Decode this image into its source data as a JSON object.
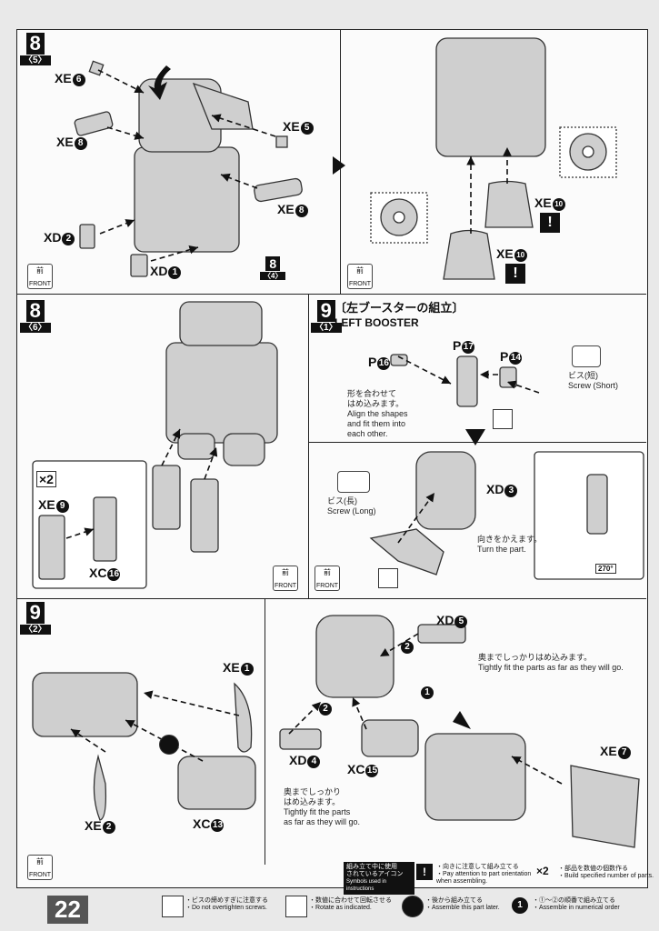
{
  "page_number": "22",
  "steps": {
    "s8_5": {
      "num": "8",
      "sub": "〈5〉"
    },
    "s8_6": {
      "num": "8",
      "sub": "〈6〉"
    },
    "s9_1": {
      "num": "9",
      "sub": "〈1〉",
      "title_jp": "〔左ブースターの組立〕",
      "title_en": "LEFT BOOSTER"
    },
    "s9_2": {
      "num": "9",
      "sub": "〈2〉"
    }
  },
  "ref_step": {
    "num": "8",
    "sub": "〈4〉"
  },
  "labels": {
    "xe6": "XE",
    "xe6n": "6",
    "xe8a": "XE",
    "xe8an": "8",
    "xe5": "XE",
    "xe5n": "5",
    "xe8b": "XE",
    "xe8bn": "8",
    "xd2": "XD",
    "xd2n": "2",
    "xd1": "XD",
    "xd1n": "1",
    "xe10a": "XE",
    "xe10an": "10",
    "xe10b": "XE",
    "xe10bn": "10",
    "x2": "×2",
    "xe9": "XE",
    "xe9n": "9",
    "xc16": "XC",
    "xc16n": "16",
    "p16": "P",
    "p16n": "16",
    "p17": "P",
    "p17n": "17",
    "p14": "P",
    "p14n": "14",
    "xd3": "XD",
    "xd3n": "3",
    "xd5": "XD",
    "xd5n": "5",
    "xe1": "XE",
    "xe1n": "1",
    "xe2": "XE",
    "xe2n": "2",
    "xc13": "XC",
    "xc13n": "13",
    "xd4": "XD",
    "xd4n": "4",
    "xc15": "XC",
    "xc15n": "15",
    "xe7": "XE",
    "xe7n": "7"
  },
  "notes": {
    "screw_short_jp": "ビス(短)",
    "screw_short_en": "Screw (Short)",
    "screw_long_jp": "ビス(長)",
    "screw_long_en": "Screw (Long)",
    "align_jp1": "形を合わせて",
    "align_jp2": "はめ込みます。",
    "align_en1": "Align the shapes",
    "align_en2": "and fit them into",
    "align_en3": "each other.",
    "turn_jp": "向きをかえます。",
    "turn_en": "Turn the part.",
    "rot": "270°",
    "fit_jp": "奥までしっかりはめ込みます。",
    "fit_en": "Tightly fit the parts as far as they will go.",
    "fit2_jp1": "奥までしっかり",
    "fit2_jp2": "はめ込みます。",
    "fit2_en1": "Tightly fit the parts",
    "fit2_en2": "as far as they will go."
  },
  "front": {
    "jp": "前",
    "en": "FRONT"
  },
  "order": {
    "one": "1",
    "two": "2"
  },
  "legend": {
    "header_jp1": "組み立て中に使用",
    "header_jp2": "されているアイコン",
    "header_en": "Symbols used in instructions",
    "orient_jp": "・向きに注意して組み立てる",
    "orient_en1": "・Pay attention to part orientation",
    "orient_en2": "when assembling.",
    "x2_jp": "・部品を数値の個数作る",
    "x2_en": "・Build specified number of parts.",
    "screw_jp": "・ビスの締めすぎに注意する",
    "screw_en": "・Do not overtighten screws.",
    "rotate_jp": "・数値に合わせて回転させる",
    "rotate_en": "・Rotate as indicated.",
    "later_jp": "・後から組み立てる",
    "later_en": "・Assemble this part later.",
    "order_jp": "・①〜②の順番で組み立てる",
    "order_en": "・Assemble in numerical order"
  }
}
